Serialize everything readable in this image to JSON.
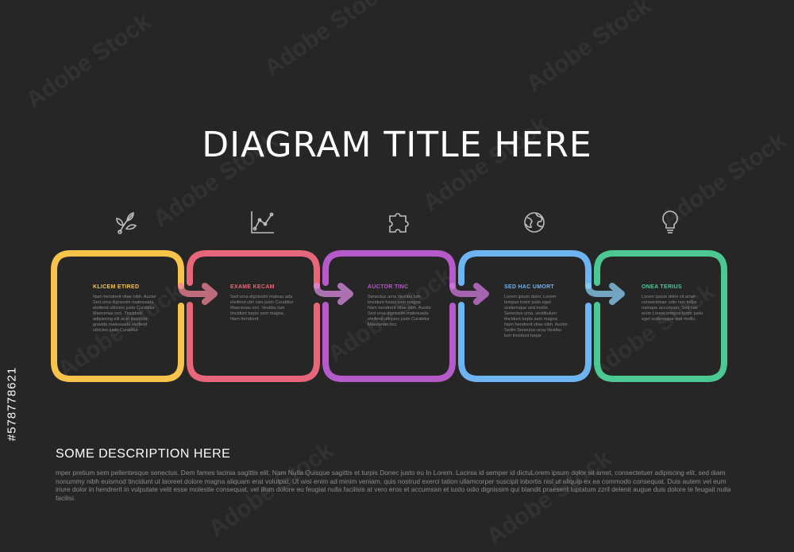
{
  "title": "DIAGRAM TITLE HERE",
  "steps": [
    {
      "title": "KLICEM ETIRED",
      "text": "Nam hendrerit vitae nibh. Auctor Sed urna dignissim malesuada eleifend ultricies justo Curabitur Maecenas orci. Tincidunt adipiscing elit at et tincidunt gravida malesuada eleifend ultricies justo Curabitur.",
      "color": "#F7C34B",
      "icon": "plant-icon"
    },
    {
      "title": "EXAME KECAM",
      "text": "Sed urna dignissim maleau ada eleifend ultri cies justo Curabitur Maecenas orci. Vestibu lum tincidunt turpis sem magna Nam hendrerit",
      "color": "#E8667A",
      "icon": "chart-icon"
    },
    {
      "title": "AUCTOR TINC",
      "text": "Senectus urna Vestibu lum tincidunt turpis sem magna Nam hendrerit vitae nibh. Auctor Sed urna dignissim malesuada eleifend ultricies justo Curabitur Maecenas orci.",
      "color": "#B55BC9",
      "icon": "puzzle-icon"
    },
    {
      "title": "SED HAC UMORT",
      "text": "Lorem ipsum dolor. Lorem tempus tortor justo eget scelerisque sed mollis. Senectus urna. vestibulum tincidunt turpis sem magna Nam hendrerit vitae nibh. Auctor Sedm Senectus urna Vestibu lum tincidunt turpis",
      "color": "#6EB4F2",
      "icon": "globe-icon"
    },
    {
      "title": "ONEA TERIUS",
      "text": "Lorem ipsum dolor sit amet consectetuer odio non tellus natoque accumsan. Sed hac enim Lorem tempus tortor justo eget scelerisque sed mollis.",
      "color": "#4CC992",
      "icon": "lightbulb-icon"
    }
  ],
  "description": {
    "title": "SOME DESCRIPTION HERE",
    "text": "mper pretium sem pellentesque senectus. Dem fames lacinia sagittis elit. Nam Nulla Quisque sagittis et turpis Donec justo eu In Lorem. Lacinia id semper id dictuLorem ipsum dolor sit amet, consectetuer adipiscing elit, sed diam nonummy nibh euismod tincidunt ut laoreet dolore magna aliquam erat volutpat. Ut wisi enim ad minim veniam, quis nostrud exerci tation ullamcorper suscipit lobortis nisl ut aliquip ex ea commodo consequat. Duis autem vel eum iriure dolor in hendrerit in vulputate velit esse molestie consequat, vel illum dolore eu feugiat nulla facilisis at vero eros et accumsan et iusto odio dignissim qui blandit praesent luptatum zzril delenit augue duis dolore te feugait nulla facilisi."
  },
  "side_id": "#578778621",
  "watermark": "Adobe Stock"
}
